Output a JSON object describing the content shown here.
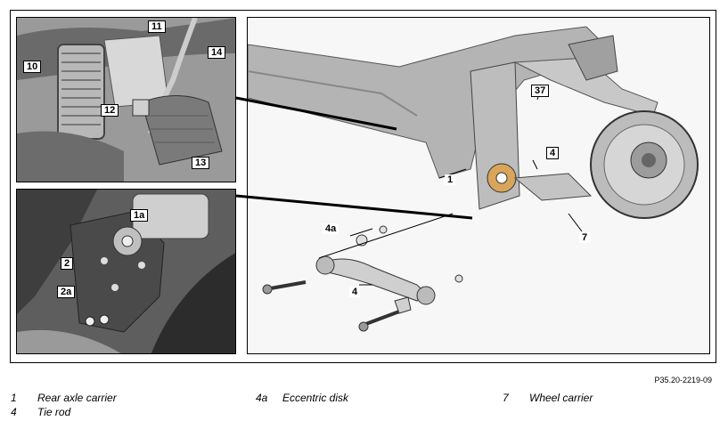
{
  "callouts": {
    "c11": "11",
    "c14": "14",
    "c10": "10",
    "c12": "12",
    "c13": "13",
    "c1a": "1a",
    "c2": "2",
    "c2a": "2a",
    "c37": "37",
    "c4_main": "4",
    "c1_main": "1",
    "c7": "7",
    "c4a": "4a",
    "c4_rod": "4"
  },
  "figure_id": "P35.20-2219-09",
  "legend": [
    {
      "num": "1",
      "label": "Rear axle carrier"
    },
    {
      "num": "4",
      "label": "Tie rod"
    },
    {
      "num": "4a",
      "label": "Eccentric disk"
    },
    {
      "num": "7",
      "label": "Wheel carrier"
    }
  ],
  "colors": {
    "photo_dark": "#5e5e5e",
    "photo_mid": "#8a8a8a",
    "frame": "#000000"
  }
}
